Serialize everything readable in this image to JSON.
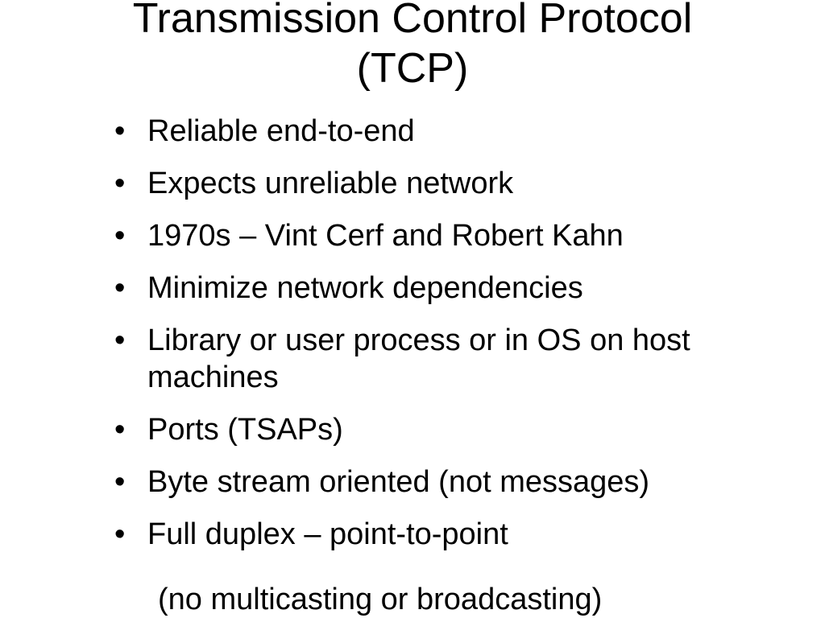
{
  "slide": {
    "title_line1": "Transmission Control Protocol",
    "title_line2": "(TCP)",
    "bullet_char": "•",
    "bullets": [
      "Reliable end-to-end",
      "Expects unreliable network",
      "1970s – Vint Cerf and Robert Kahn",
      "Minimize network dependencies",
      "Library or user process or in OS on host machines",
      "Ports (TSAPs)",
      "Byte stream oriented (not messages)",
      "Full duplex – point-to-point"
    ],
    "continuation": "(no multicasting or broadcasting)"
  }
}
